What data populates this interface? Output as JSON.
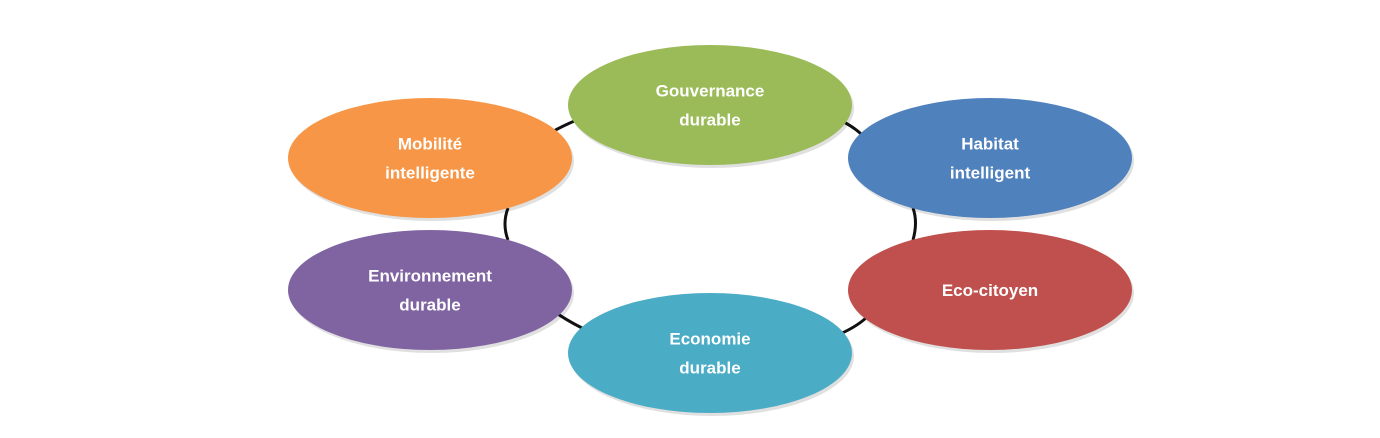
{
  "cycle": {
    "nodes": [
      {
        "id": "gouvernance",
        "lines": [
          "Gouvernance",
          "durable"
        ],
        "color": "#9bbb59"
      },
      {
        "id": "habitat",
        "lines": [
          "Habitat",
          "intelligent"
        ],
        "color": "#4f81bd"
      },
      {
        "id": "eco-citoyen",
        "lines": [
          "Eco-citoyen"
        ],
        "color": "#c0504d"
      },
      {
        "id": "economie",
        "lines": [
          "Economie",
          "durable"
        ],
        "color": "#4bacc6"
      },
      {
        "id": "environnement",
        "lines": [
          "Environnement",
          "durable"
        ],
        "color": "#8064a2"
      },
      {
        "id": "mobilite",
        "lines": [
          "Mobilité",
          "intelligente"
        ],
        "color": "#f79646"
      }
    ]
  }
}
